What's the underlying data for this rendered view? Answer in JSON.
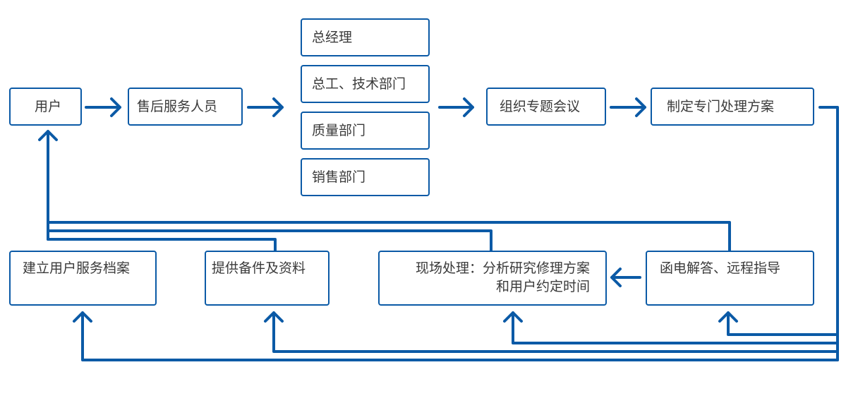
{
  "colors": {
    "line": "#0b5aa6",
    "text": "#3a3a3a",
    "background": "#ffffff"
  },
  "nodes": {
    "user": "用户",
    "after_sales_staff": "售后服务人员",
    "general_manager": "总经理",
    "chief_engineer_tech_dept": "总工、技术部门",
    "quality_dept": "质量部门",
    "sales_dept": "销售部门",
    "special_meeting": "组织专题会议",
    "special_plan": "制定专门处理方案",
    "customer_file": "建立用户服务档案",
    "spare_parts": "提供备件及资料",
    "onsite_line1": "现场处理：分析研究修理方案",
    "onsite_line2": "和用户约定时间",
    "remote_guidance": "函电解答、远程指导"
  },
  "edges": [
    {
      "from": "用户",
      "to": "售后服务人员"
    },
    {
      "from": "售后服务人员",
      "to": "部门组"
    },
    {
      "from": "部门组",
      "to": "组织专题会议"
    },
    {
      "from": "组织专题会议",
      "to": "制定专门处理方案"
    },
    {
      "from": "制定专门处理方案",
      "to": "函电解答、远程指导"
    },
    {
      "from": "制定专门处理方案",
      "to": "现场处理"
    },
    {
      "from": "制定专门处理方案",
      "to": "提供备件及资料"
    },
    {
      "from": "制定专门处理方案",
      "to": "建立用户服务档案"
    },
    {
      "from": "函电解答、远程指导",
      "to": "现场处理"
    },
    {
      "from": "函电解答、远程指导",
      "to": "用户"
    },
    {
      "from": "现场处理",
      "to": "用户"
    },
    {
      "from": "提供备件及资料",
      "to": "用户"
    }
  ]
}
